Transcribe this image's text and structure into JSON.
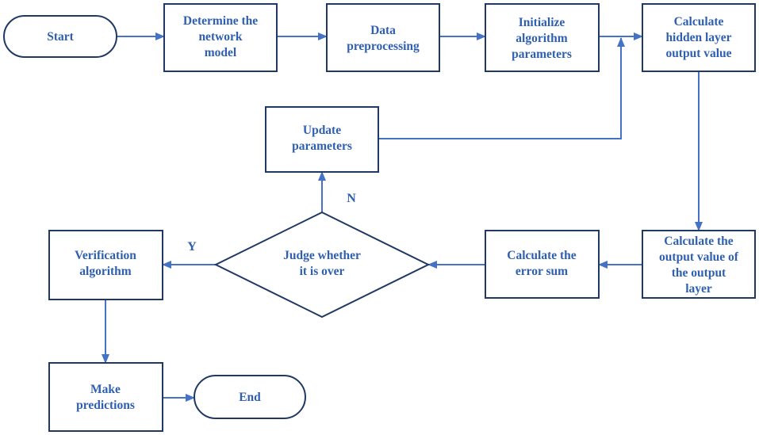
{
  "nodes": {
    "start": {
      "lines": [
        "Start"
      ]
    },
    "network_model": {
      "lines": [
        "Determine the",
        "network",
        "model"
      ]
    },
    "data_preprocessing": {
      "lines": [
        "Data",
        "preprocessing"
      ]
    },
    "init_params": {
      "lines": [
        "Initialize",
        "algorithm",
        "parameters"
      ]
    },
    "hidden_output": {
      "lines": [
        "Calculate",
        "hidden layer",
        "output value"
      ]
    },
    "update_params": {
      "lines": [
        "Update",
        "parameters"
      ]
    },
    "output_layer": {
      "lines": [
        "Calculate the",
        "output value of",
        "the output",
        "layer"
      ]
    },
    "error_sum": {
      "lines": [
        "Calculate the",
        "error sum"
      ]
    },
    "judge": {
      "lines": [
        "Judge whether",
        "it is over"
      ]
    },
    "verification": {
      "lines": [
        "Verification",
        "algorithm"
      ]
    },
    "predictions": {
      "lines": [
        "Make",
        "predictions"
      ]
    },
    "end": {
      "lines": [
        "End"
      ]
    }
  },
  "edge_labels": {
    "no": "N",
    "yes": "Y"
  },
  "colors": {
    "box_stroke": "#1f3864",
    "text": "#2e5fb0",
    "arrow": "#4472c4"
  }
}
